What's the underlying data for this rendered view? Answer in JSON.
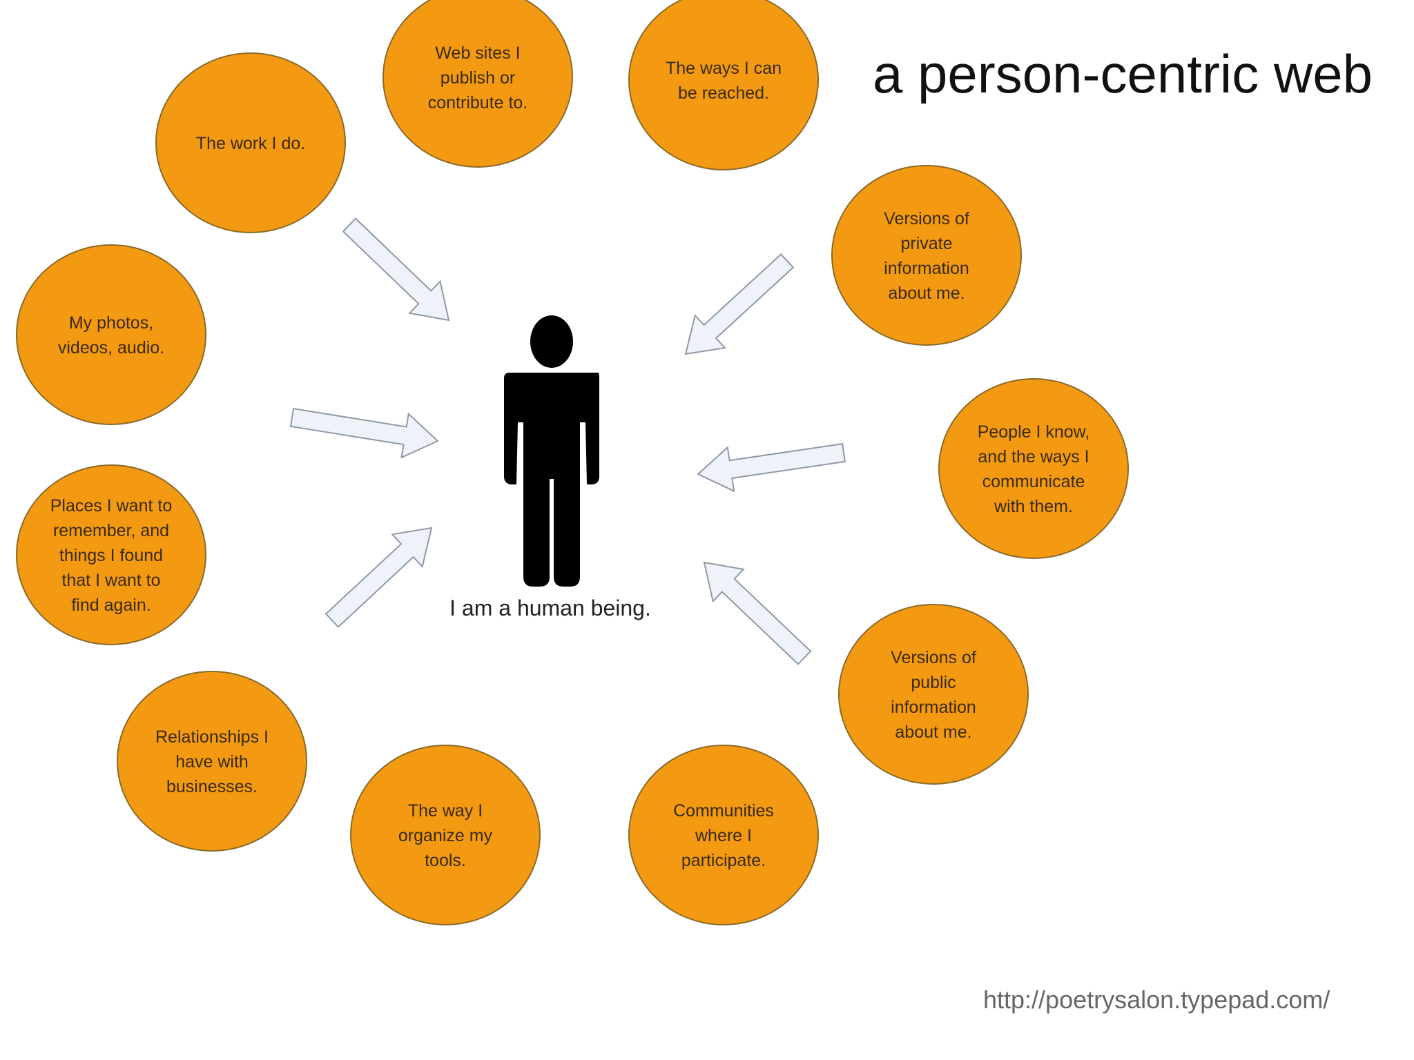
{
  "title": "a person-centric web",
  "center_caption": "I am a human being.",
  "source_url": "http://poetrysalon.typepad.com/",
  "colors": {
    "bubble_fill": "#F39A12",
    "bubble_stroke": "#8A6A2A",
    "arrow_fill": "#EEF2F9",
    "arrow_stroke": "#9098A6",
    "figure": "#000000"
  },
  "icons": [
    "human-figure-icon"
  ],
  "bubbles": [
    {
      "id": "work",
      "lines": [
        "The work I do."
      ]
    },
    {
      "id": "websites",
      "lines": [
        "Web sites I",
        "publish or",
        "contribute to."
      ]
    },
    {
      "id": "reached",
      "lines": [
        "The ways I can",
        "be reached."
      ]
    },
    {
      "id": "private-info",
      "lines": [
        "Versions of",
        "private",
        "information",
        "about me."
      ]
    },
    {
      "id": "photos",
      "lines": [
        "My photos,",
        "videos, audio."
      ]
    },
    {
      "id": "people",
      "lines": [
        "People I know,",
        "and the ways I",
        "communicate",
        "with them."
      ]
    },
    {
      "id": "places",
      "lines": [
        "Places I want to",
        "remember, and",
        "things I found",
        "that I want to",
        "find again."
      ]
    },
    {
      "id": "public-info",
      "lines": [
        "Versions of",
        "public",
        "information",
        "about me."
      ]
    },
    {
      "id": "relationships",
      "lines": [
        "Relationships I",
        "have with",
        "businesses."
      ]
    },
    {
      "id": "tools",
      "lines": [
        "The way I",
        "organize my",
        "tools."
      ]
    },
    {
      "id": "communities",
      "lines": [
        "Communities",
        "where I",
        "participate."
      ]
    }
  ]
}
